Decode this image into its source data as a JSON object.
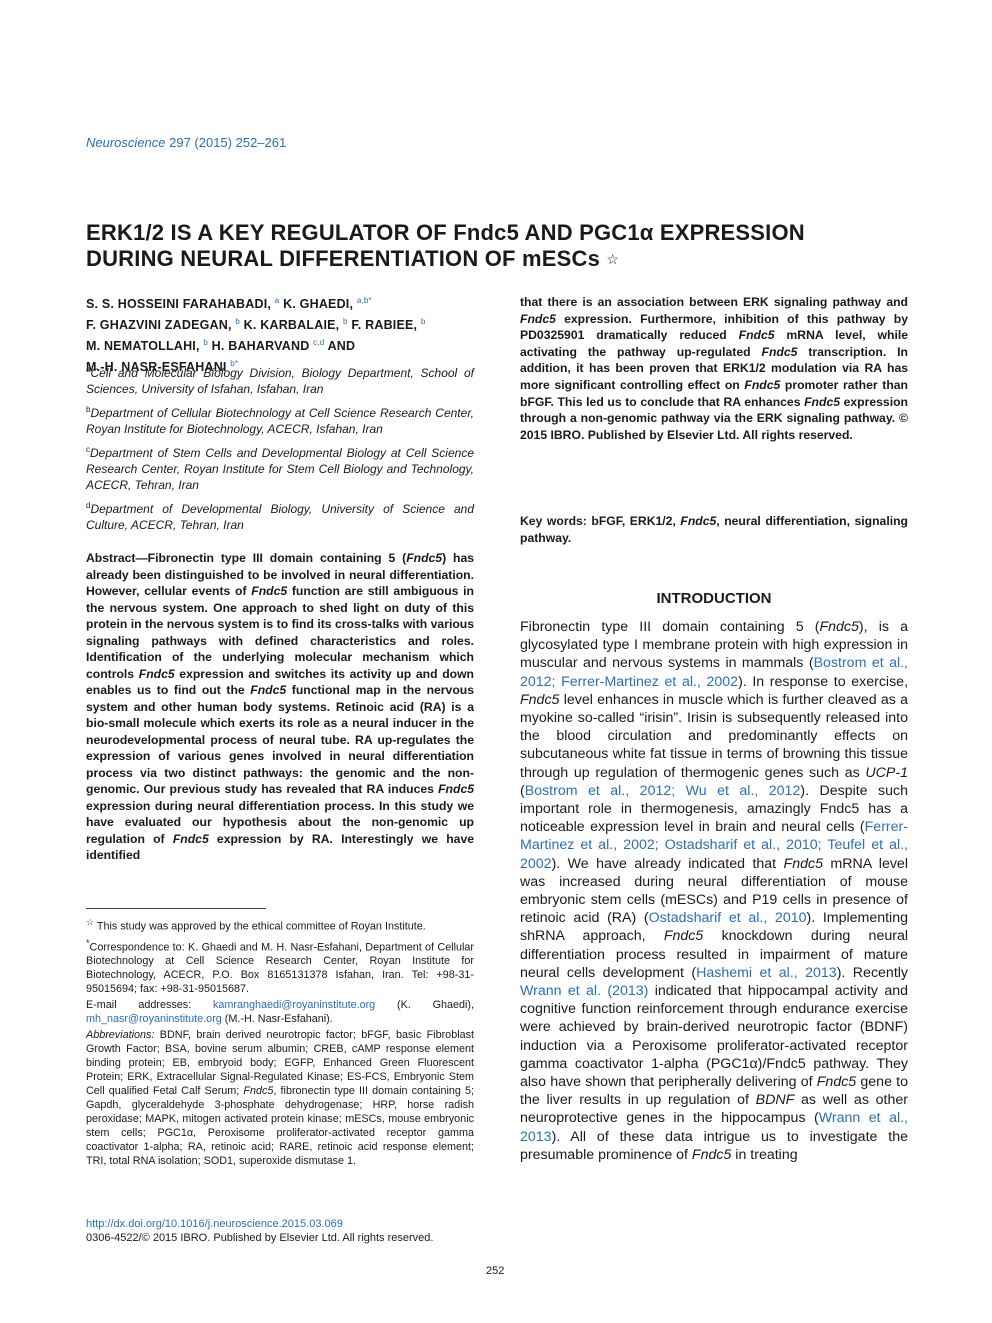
{
  "journal": {
    "name": "Neuroscience",
    "details": " 297 (2015) 252–261"
  },
  "title": {
    "text": "ERK1/2 IS A KEY REGULATOR OF Fndc5 AND PGC1α EXPRESSION DURING NEURAL DIFFERENTIATION OF mESCs",
    "star": "☆"
  },
  "authors_html": "S. S. HOSSEINI FARAHABADI, <sup>a</sup> K. GHAEDI, <sup>a,b*</sup><br>F. GHAZVINI ZADEGAN, <sup>b</sup> K. KARBALAIE, <sup>b</sup> F. RABIEE, <sup>b</sup><br>M. NEMATOLLAHI, <sup>b</sup> H. BAHARVAND <sup>c,d</sup> AND<br>M.-H. NASR-ESFAHANI <sup>b*</sup>",
  "affiliations": [
    {
      "label": "a",
      "text": "Cell and Molecular Biology Division, Biology Department, School of Sciences, University of Isfahan, Isfahan, Iran"
    },
    {
      "label": "b",
      "text": "Department of Cellular Biotechnology at Cell Science Research Center, Royan Institute for Biotechnology, ACECR, Isfahan, Iran"
    },
    {
      "label": "c",
      "text": "Department of Stem Cells and Developmental Biology at Cell Science Research Center, Royan Institute for Stem Cell Biology and Technology, ACECR, Tehran, Iran"
    },
    {
      "label": "d",
      "text": "Department of Developmental Biology, University of Science and Culture, ACECR, Tehran, Iran"
    }
  ],
  "abstract_html": "Abstract—Fibronectin type III domain containing 5 (<i>Fndc5</i>) has already been distinguished to be involved in neural differentiation. However, cellular events of <i>Fndc5</i> function are still ambiguous in the nervous system. One approach to shed light on duty of this protein in the nervous system is to find its cross-talks with various signaling pathways with defined characteristics and roles. Identification of the underlying molecular mechanism which controls <i>Fndc5</i> expression and switches its activity up and down enables us to find out the <i>Fndc5</i> functional map in the nervous system and other human body systems. Retinoic acid (RA) is a bio-small molecule which exerts its role as a neural inducer in the neurodevelopmental process of neural tube. RA up-regulates the expression of various genes involved in neural differentiation process via two distinct pathways: the genomic and the non-genomic. Our previous study has revealed that RA induces <i>Fndc5</i> expression during neural differentiation process. In this study we have evaluated our hypothesis about the non-genomic up regulation of <i>Fndc5</i> expression by RA. Interestingly we have identified",
  "abstract_cont_html": "that there is an association between ERK signaling pathway and <i>Fndc5</i> expression. Furthermore, inhibition of this pathway by PD0325901 dramatically reduced <i>Fndc5</i> mRNA level, while activating the pathway up-regulated <i>Fndc5</i> transcription. In addition, it has been proven that ERK1/2 modulation via RA has more significant controlling effect on <i>Fndc5</i> promoter rather than bFGF. This led us to conclude that RA enhances <i>Fndc5</i> expression through a non-genomic pathway via the ERK signaling pathway. © 2015 IBRO. Published by Elsevier Ltd. All rights reserved.",
  "keywords_html": "Key words: bFGF, ERK1/2, <i>Fndc5</i>, neural differentiation, signaling pathway.",
  "footnotes_html": [
    "<sup>☆</sup> This study was approved by the ethical committee of Royan Institute.",
    "<sup>*</sup>Correspondence to: K. Ghaedi and M. H. Nasr-Esfahani, Department of Cellular Biotechnology at Cell Science Research Center, Royan Institute for Biotechnology, ACECR, P.O. Box 8165131378 Isfahan, Iran. Tel: +98-31-95015694; fax: +98-31-95015687.",
    "E-mail addresses: <span class='link'>kamranghaedi@royaninstitute.org</span> (K. Ghaedi), <span class='link'>mh_nasr@royaninstitute.org</span> (M.-H. Nasr-Esfahani).",
    "<i>Abbreviations:</i> BDNF, brain derived neurotropic factor; bFGF, basic Fibroblast Growth Factor; BSA, bovine serum albumin; CREB, cAMP response element binding protein; EB, embryoid body; EGFP, Enhanced Green Fluorescent Protein; ERK, Extracellular Signal-Regulated Kinase; ES-FCS, Embryonic Stem Cell qualified Fetal Calf Serum; <i>Fndc5</i>, fibronectin type III domain containing 5; Gapdh, glyceraldehyde 3-phosphate dehydrogenase; HRP, horse radish peroxidase; MAPK, mitogen activated protein kinase; mESCs, mouse embryonic stem cells; PGC1α, Peroxisome proliferator-activated receptor gamma coactivator 1-alpha; RA, retinoic acid; RARE, retinoic acid response element; TRI, total RNA isolation; SOD1, superoxide dismutase 1."
  ],
  "doi": "http://dx.doi.org/10.1016/j.neuroscience.2015.03.069",
  "issn": "0306-4522/© 2015 IBRO. Published by Elsevier Ltd. All rights reserved.",
  "page_number": "252",
  "intro_heading": "INTRODUCTION",
  "intro_html": "Fibronectin type III domain containing 5 (<i>Fndc5</i>), is a glycosylated type I membrane protein with high expression in muscular and nervous systems in mammals (<span class='link'>Bostrom et al., 2012; Ferrer-Martinez et al., 2002</span>). In response to exercise, <i>Fndc5</i> level enhances in muscle which is further cleaved as a myokine so-called “irisin”. Irisin is subsequently released into the blood circulation and predominantly effects on subcutaneous white fat tissue in terms of browning this tissue through up regulation of thermogenic genes such as <i>UCP-1</i> (<span class='link'>Bostrom et al., 2012; Wu et al., 2012</span>). Despite such important role in thermogenesis, amazingly Fndc5 has a noticeable expression level in brain and neural cells (<span class='link'>Ferrer-Martinez et al., 2002; Ostadsharif et al., 2010; Teufel et al., 2002</span>). We have already indicated that <i>Fndc5</i> mRNA level was increased during neural differentiation of mouse embryonic stem cells (mESCs) and P19 cells in presence of retinoic acid (RA) (<span class='link'>Ostadsharif et al., 2010</span>). Implementing shRNA approach, <i>Fndc5</i> knockdown during neural differentiation process resulted in impairment of mature neural cells development (<span class='link'>Hashemi et al., 2013</span>). Recently <span class='link'>Wrann et al. (2013)</span> indicated that hippocampal activity and cognitive function reinforcement through endurance exercise were achieved by brain-derived neurotropic factor (BDNF) induction via a Peroxisome proliferator-activated receptor gamma coactivator 1-alpha (PGC1α)/Fndc5 pathway. They also have shown that peripherally delivering of <i>Fndc5</i> gene to the liver results in up regulation of <i>BDNF</i> as well as other neuroprotective genes in the hippocampus (<span class='link'>Wrann et al., 2013</span>). All of these data intrigue us to investigate the presumable prominence of <i>Fndc5</i> in treating"
}
